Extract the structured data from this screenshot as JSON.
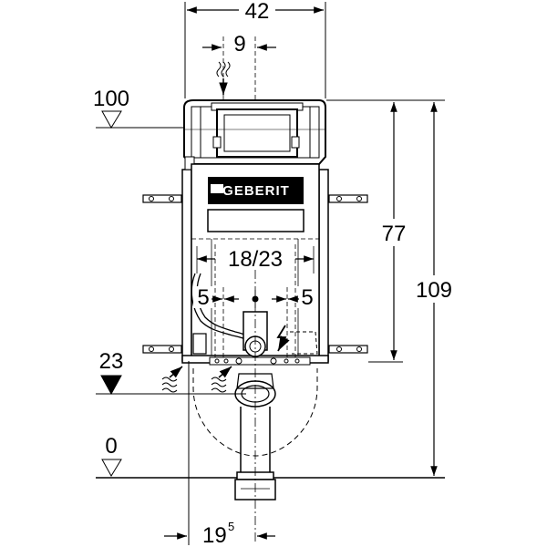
{
  "drawing": {
    "brand": "GEBERIT",
    "dimensions": {
      "overall_width": "42",
      "top_offset": "9",
      "pipe_spacing": "18/23",
      "left_side": "5",
      "right_side": "5",
      "height_77": "77",
      "height_109": "109",
      "bottom_offset_main": "19",
      "bottom_offset_sup": "5"
    },
    "levels": {
      "top": "100",
      "mid": "23",
      "floor": "0"
    }
  }
}
